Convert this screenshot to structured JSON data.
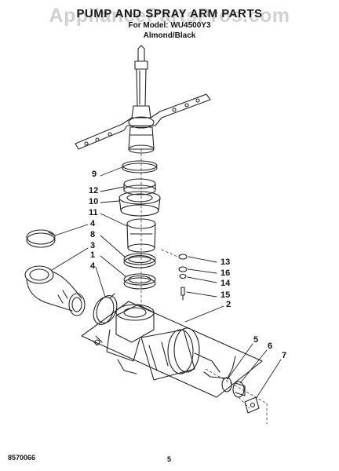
{
  "header": {
    "title": "PUMP AND SPRAY ARM PARTS",
    "model_line": "For Model: WU4500Y3",
    "color_line": "Almond/Black",
    "watermark": "AppliancePartsPros.com"
  },
  "callouts": {
    "c1": "1",
    "c2": "2",
    "c3": "3",
    "c4a": "4",
    "c4b": "4",
    "c5": "5",
    "c6": "6",
    "c7": "7",
    "c8": "8",
    "c9": "9",
    "c10": "10",
    "c11": "11",
    "c12": "12",
    "c13": "13",
    "c14": "14",
    "c15": "15",
    "c16": "16"
  },
  "footer": {
    "doc_number": "8570066",
    "page_number": "5"
  }
}
